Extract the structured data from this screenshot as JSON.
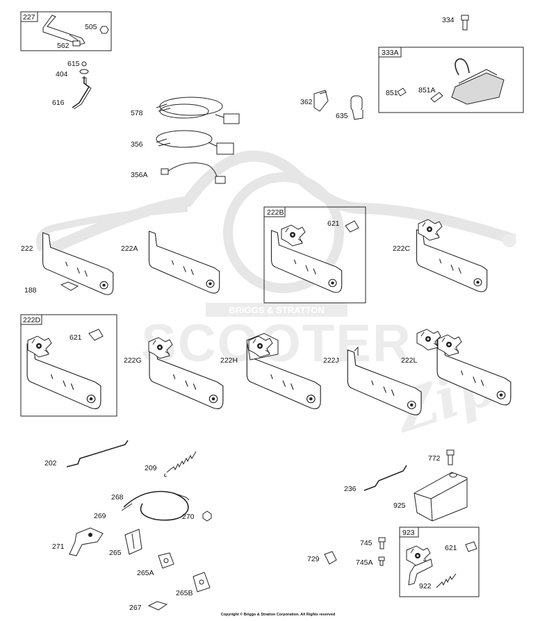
{
  "watermark": {
    "brand": "BRIGGS & STRATTON",
    "word": "SCOOTER",
    "script": "Zip"
  },
  "boxes": {
    "b227": "227",
    "b333A": "333A",
    "b222B": "222B",
    "b222D": "222D",
    "b923": "923"
  },
  "labels": {
    "l505": "505",
    "l562": "562",
    "l615": "615",
    "l404": "404",
    "l616": "616",
    "l578": "578",
    "l356": "356",
    "l356A": "356A",
    "l334": "334",
    "l362": "362",
    "l635": "635",
    "l851": "851",
    "l851A": "851A",
    "l222": "222",
    "l188": "188",
    "l222A": "222A",
    "l621a": "621",
    "l222C": "222C",
    "l621b": "621",
    "l222G": "222G",
    "l222H": "222H",
    "l222J": "222J",
    "l222L": "222L",
    "l202": "202",
    "l209": "209",
    "l268": "268",
    "l269": "269",
    "l270": "270",
    "l271": "271",
    "l265": "265",
    "l265A": "265A",
    "l265B": "265B",
    "l267": "267",
    "l236": "236",
    "l772": "772",
    "l925": "925",
    "l745": "745",
    "l745A": "745A",
    "l729": "729",
    "l621c": "621",
    "l922": "922"
  },
  "copyright": "Copyright © Briggs & Stratton Corporation. All Rights reserved"
}
